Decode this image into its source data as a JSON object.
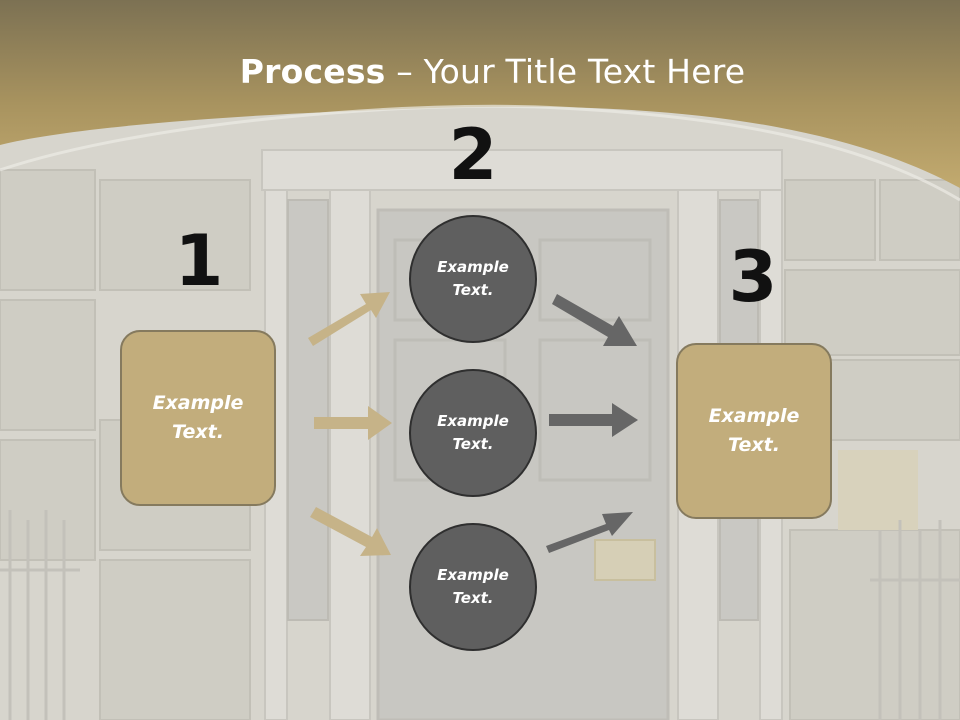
{
  "title": {
    "bold": "Process",
    "rest": " – Your Title Text Here"
  },
  "steps": [
    {
      "number": "1",
      "text_line1": "Example",
      "text_line2": "Text."
    },
    {
      "number": "2"
    },
    {
      "number": "3",
      "text_line1": "Example",
      "text_line2": "Text."
    }
  ],
  "circles": [
    {
      "text_line1": "Example",
      "text_line2": "Text."
    },
    {
      "text_line1": "Example",
      "text_line2": "Text."
    },
    {
      "text_line1": "Example",
      "text_line2": "Text."
    }
  ],
  "colors": {
    "header_gold": "#b8a26d",
    "box_fill": "#c2ad7c",
    "box_border": "#857a5e",
    "circle_fill": "#5f5f5f",
    "tan_arrow": "#c6b388",
    "gray_arrow": "#666666"
  }
}
